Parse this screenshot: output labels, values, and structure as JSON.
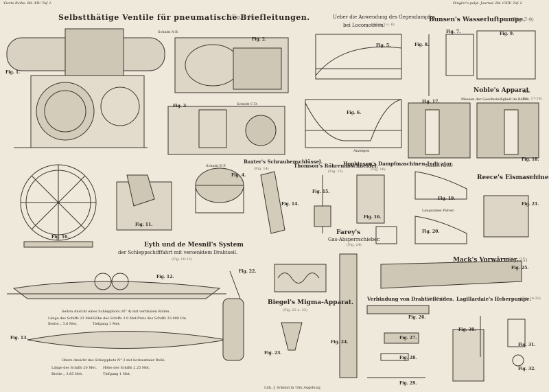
{
  "header": {
    "left": "Vierte Reihe. Bd. XIV. Taf. I.",
    "right": "Dingler's polyt. Journal. Bd. CXIV. Taf. I."
  },
  "title": "Selbstthätige Ventile für pneumatische Briefleitungen.",
  "title_figs": "(Fig. 1-4)",
  "gegendampf_title": "Ueber die Anwendung des Gegendampfes",
  "gegendampf_sub": "bei Locomotiven.",
  "gegendampf_figs": "(Fig. 5 u. 6)",
  "bunsen": "Bunsen's Wasserluftpumpe.",
  "bunsen_figs": "(Fig. 7-9)",
  "noble": "Noble's Apparat",
  "noble_suffix": "zum",
  "noble_sub": "Messen der Geschwindigkeit im Rohre.",
  "noble_figs": "(Fig. 17-18)",
  "baxter": "Baxter's Schraubenschlüssel.",
  "baxter_figs": "(Fig. 14)",
  "thomson": "Thomson's Röhrenabschneider.",
  "thomson_figs": "(Fig. 15)",
  "hopkinson": "Hopkinson's Dampfmaschinen-Indicator.",
  "hopkinson_figs": "(Fig. 16)",
  "reece": "Reece's Eismaschine.",
  "reece_figs": "(Fig. 22)",
  "eyth1": "Eyth und de Mesnil's System",
  "eyth2": "der Schleppschifffahrt mit versenktem Drahtseil.",
  "eyth_figs": "(Fig. 10-13)",
  "farey1": "Farey's",
  "farey2": "Gas-Absperrschieber.",
  "farey_figs": "(Fig. 24)",
  "mack": "Mack's Vorwärmer.",
  "mack_figs": "(Fig. 25)",
  "biegel": "Biegel's Migma-Apparat.",
  "biegel_figs": "(Fig. 22 u. 23)",
  "verbindung": "Verbindung von Drahtseilenden.",
  "verbindung_figs": "(Fig. 26-28)",
  "lagillardaie": "Lagillardaie's Heberpumpe.",
  "lagillardaie_figs": "(Fig. 30-32)",
  "seiten": "Seiten Ansicht eines Schleppbots (N° 4) mit vertikalen Rollen.",
  "specs1": [
    "Länge des Schiffs 23 Met.",
    "Höhe des Schiffs 2.8 Met.",
    "Preis des Schiffs 33.000 Fm.",
    "Breite „ 3.6 Met.",
    "Tiefgang 1 Met."
  ],
  "obere": "Obere Ansicht des Schleppbots N° 2 mit horizontaler Rolle.",
  "specs2": [
    "Länge des Schiffs 20 Met.",
    "Höhe des Schiffs 2.25 Met.",
    "Breite „ 3.65 Met.",
    "Tiefgang 1 Met."
  ],
  "schnitt_ab": "Schnitt A-B.",
  "schnitt_cd": "Schnitt C-D.",
  "schnitt_ef": "Schnitt E-F.",
  "dunkles": "Dunkles Pulver.",
  "langsames": "Langsames Pulver.",
  "anzeigen": "Anzeigen",
  "credit": "Lith. J. Schmid in Ulm Augsburg",
  "figs": [
    "Fig. 1.",
    "Fig. 2.",
    "Fig. 3.",
    "Fig. 4.",
    "Fig. 5.",
    "Fig. 6.",
    "Fig. 7.",
    "Fig. 8.",
    "Fig. 9.",
    "Fig. 10.",
    "Fig. 11.",
    "Fig. 12.",
    "Fig. 13.",
    "Fig. 14.",
    "Fig. 15.",
    "Fig. 16.",
    "Fig. 17.",
    "Fig. 18.",
    "Fig. 19.",
    "Fig. 20.",
    "Fig. 21.",
    "Fig. 22.",
    "Fig. 23.",
    "Fig. 24.",
    "Fig. 25.",
    "Fig. 26.",
    "Fig. 27.",
    "Fig. 28.",
    "Fig. 29.",
    "Fig. 30.",
    "Fig. 31.",
    "Fig. 32."
  ]
}
